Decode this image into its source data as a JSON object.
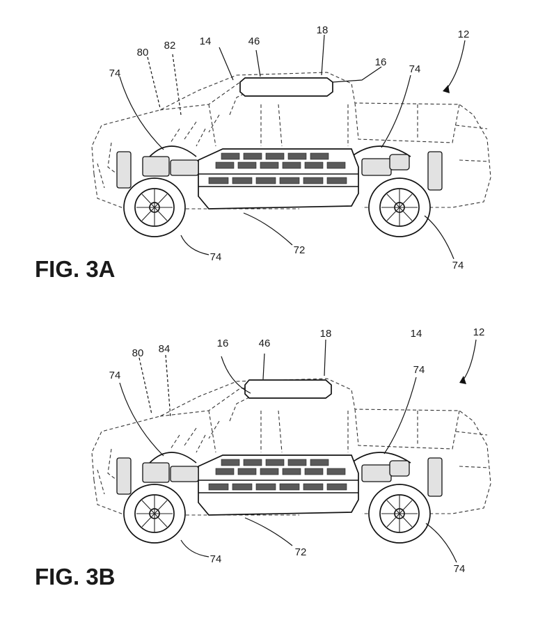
{
  "figures": [
    {
      "id": "3a",
      "caption": "FIG. 3A",
      "labels": [
        "12",
        "14",
        "16",
        "18",
        "46",
        "80",
        "82",
        "74",
        "74",
        "74",
        "74",
        "72"
      ]
    },
    {
      "id": "3b",
      "caption": "FIG. 3B",
      "labels": [
        "12",
        "14",
        "16",
        "18",
        "46",
        "80",
        "84",
        "74",
        "74",
        "74",
        "74",
        "72"
      ]
    }
  ],
  "colors": {
    "ink": "#111111",
    "paper": "#ffffff",
    "cell_fill": "#5a5a5a"
  }
}
